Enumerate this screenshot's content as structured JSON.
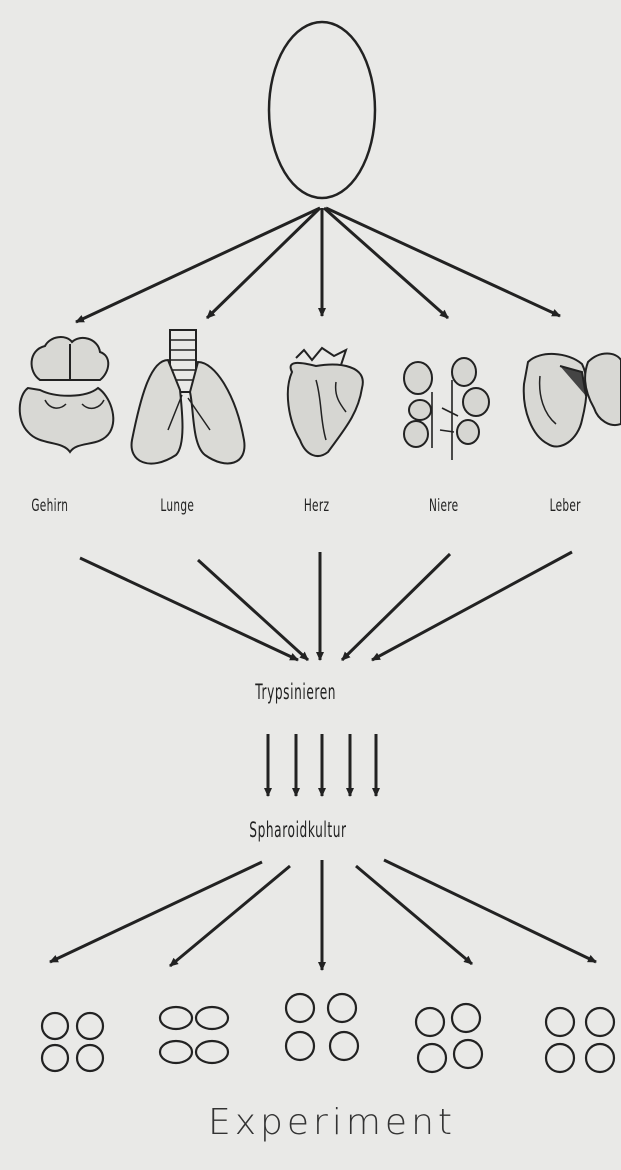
{
  "organs": [
    "Gehirn",
    "Lunge",
    "Herz",
    "Niere",
    "Leber"
  ],
  "steps": {
    "trypsin": "Trypsinieren",
    "culture": "Spharoidkultur"
  },
  "final": "Experiment",
  "colors": {
    "ink": "#222222",
    "paper": "#e9e9e7"
  }
}
